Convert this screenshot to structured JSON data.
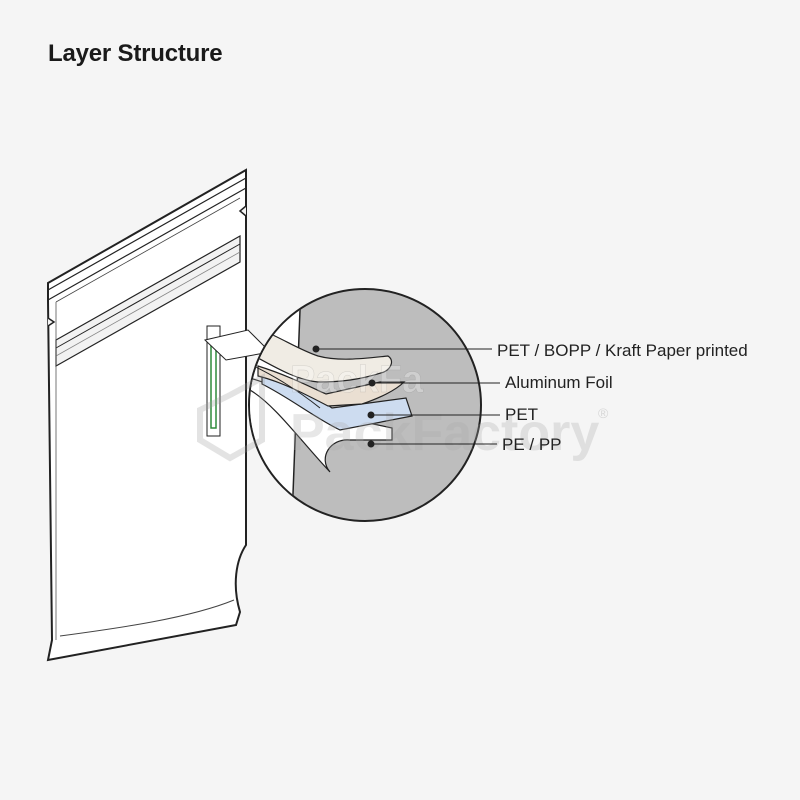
{
  "title": "Layer Structure",
  "layers": [
    {
      "label": "PET / BOPP / Kraft Paper printed",
      "color": "#f0ece4"
    },
    {
      "label": "Aluminum Foil",
      "color": "#eadfd2"
    },
    {
      "label": "PET",
      "color": "#cddcf0"
    },
    {
      "label": "PE / PP",
      "color": "#ffffff"
    }
  ],
  "watermark": {
    "line1": "PackFa",
    "line2": "PackFactory",
    "mark": "®"
  },
  "colors": {
    "background": "#f5f5f5",
    "circle": "#bdbdbd",
    "outline": "#222222",
    "zipper_stripe": "#2e8b3a"
  }
}
